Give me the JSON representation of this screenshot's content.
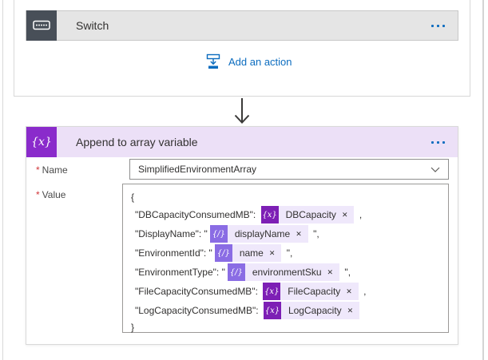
{
  "colors": {
    "accent_blue": "#0b6cbf",
    "arrow_gray": "#3b3a39",
    "switch_icon_bg": "#484f58",
    "switch_header_bg": "#e5e5e5",
    "append_header_bg": "#ece0f7",
    "variable_purple": "#8a2bcb",
    "variable_token_purple": "#7d1fb5",
    "dynamic_token_purple": "#8a6ce4",
    "token_bg": "#efe8fb",
    "required_red": "#d13438"
  },
  "icons": {
    "variable_glyph": "{x}",
    "dynamic_glyph": "{/}",
    "remove_glyph": "✕",
    "switch_icon_name": "switch-case-icon",
    "add_action_icon_name": "insert-action-icon",
    "chevron_icon_name": "chevron-down-icon",
    "more_icon_name": "ellipsis-icon"
  },
  "switch_card": {
    "title": "Switch",
    "add_action_label": "Add an action"
  },
  "append_card": {
    "title": "Append to array variable",
    "fields": {
      "name": {
        "label": "Name",
        "required_mark": "*",
        "value": "SimplifiedEnvironmentArray"
      },
      "value": {
        "label": "Value",
        "required_mark": "*",
        "open_brace": "{",
        "close_brace": "}",
        "lines": [
          {
            "prefix": "\"DBCapacityConsumedMB\": ",
            "token": {
              "label": "DBCapacity",
              "kind": "variable"
            },
            "suffix": " ,"
          },
          {
            "prefix": "\"DisplayName\": \"",
            "token": {
              "label": "displayName",
              "kind": "dynamic"
            },
            "suffix": " \","
          },
          {
            "prefix": "\"EnvironmentId\": \"",
            "token": {
              "label": "name",
              "kind": "dynamic"
            },
            "suffix": " \","
          },
          {
            "prefix": "\"EnvironmentType\": \"",
            "token": {
              "label": "environmentSku",
              "kind": "dynamic"
            },
            "suffix": " \","
          },
          {
            "prefix": "\"FileCapacityConsumedMB\": ",
            "token": {
              "label": "FileCapacity",
              "kind": "variable"
            },
            "suffix": " ,"
          },
          {
            "prefix": "\"LogCapacityConsumedMB\": ",
            "token": {
              "label": "LogCapacity",
              "kind": "variable"
            },
            "suffix": ""
          }
        ]
      }
    }
  }
}
